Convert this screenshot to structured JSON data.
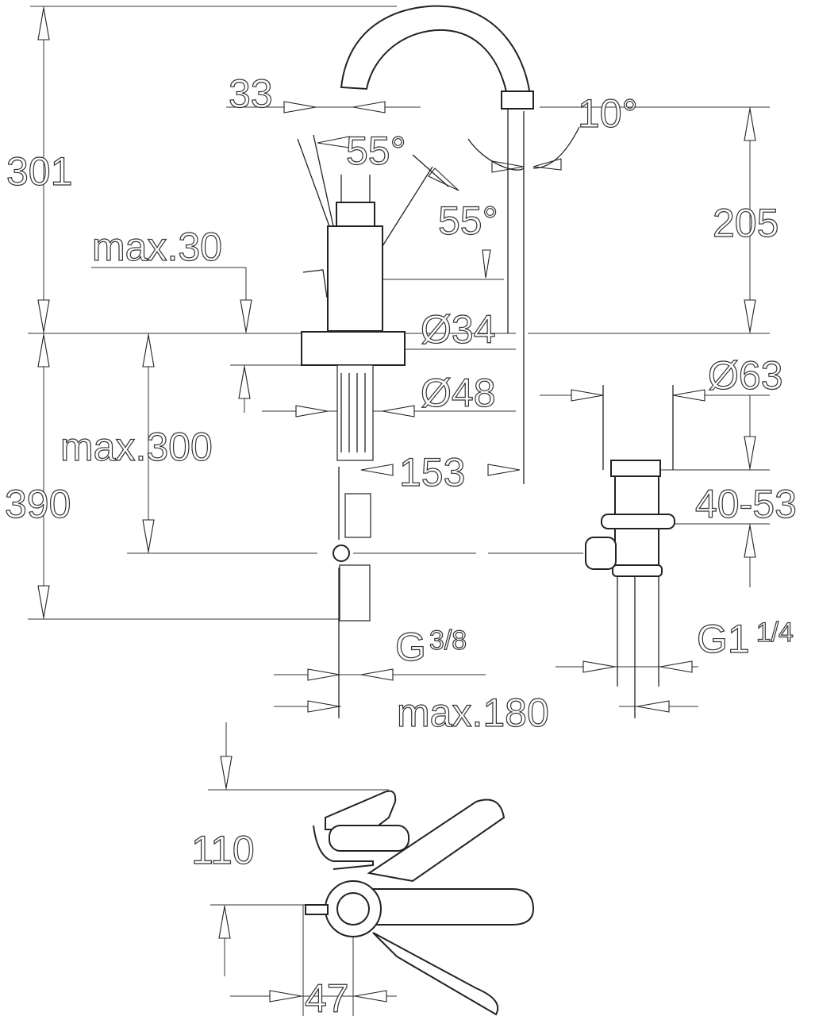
{
  "drawing": {
    "title": "Single-lever basin mixer dimension drawing",
    "dimensions": {
      "total_height": "301",
      "lever_offset": "33",
      "lever_angle_left": "55°",
      "lever_angle_right": "55°",
      "spout_angle": "10°",
      "spout_height": "205",
      "max_deck_thickness": "max.30",
      "base_diameter": "Ø34",
      "hole_diameter": "Ø48",
      "waste_diameter": "Ø63",
      "max_below": "max.300",
      "spout_reach": "153",
      "waste_range": "40-53",
      "below_deck": "390",
      "supply_thread_main": "G",
      "supply_thread_fraction": "3/8",
      "waste_thread_main": "G1",
      "waste_thread_fraction": "1/4",
      "max_180": "max.180",
      "plan_depth": "110",
      "plan_width": "47"
    }
  }
}
